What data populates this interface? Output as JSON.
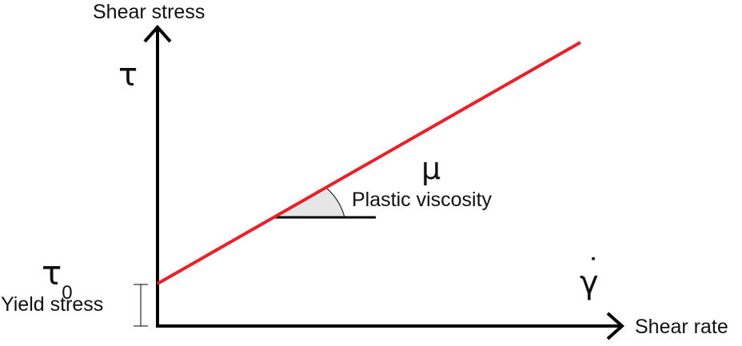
{
  "diagram": {
    "y_axis_label": "Shear stress",
    "x_axis_label": "Shear rate",
    "y_symbol": "τ",
    "x_symbol": "γ",
    "x_symbol_dot": "˙",
    "yield_symbol": "τ",
    "yield_subscript": "0",
    "yield_label": "Yield stress",
    "slope_symbol": "μ",
    "slope_label": "Plastic viscosity"
  },
  "colors": {
    "axis": "#000000",
    "line": "#e8202a",
    "angle_fill": "#e6e6e6",
    "text": "#111111"
  }
}
